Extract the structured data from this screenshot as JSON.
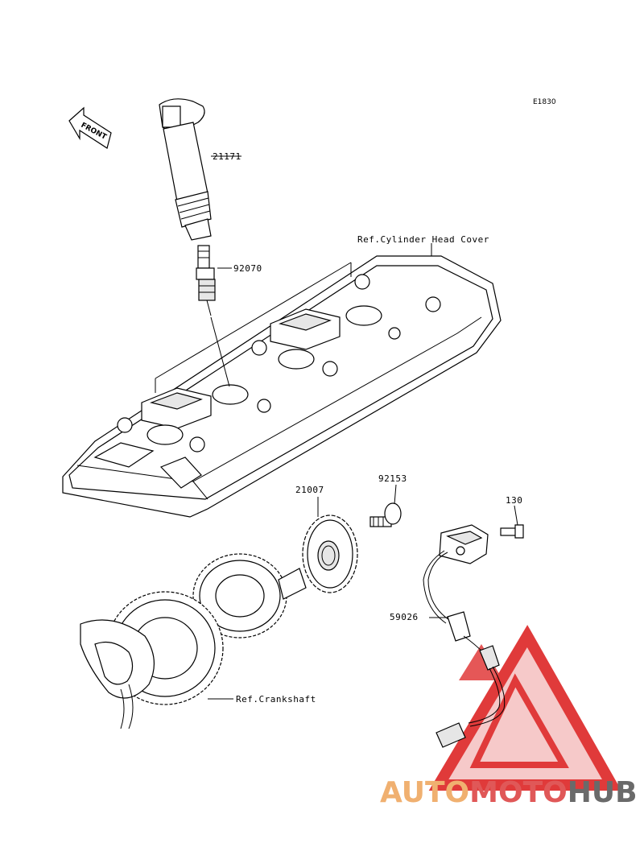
{
  "diagram_code": "E1830",
  "front_label": "FRONT",
  "parts": {
    "ignition_coil": "21171",
    "spark_plug": "92070",
    "pulser_rotor": "21007",
    "rotor_bolt": "92153",
    "sensor_bolt": "130",
    "crank_sensor": "59026"
  },
  "references": {
    "cylinder_head_cover": "Ref.Cylinder Head Cover",
    "crankshaft": "Ref.Crankshaft"
  },
  "watermark": {
    "part1": "AUTO",
    "part2": "MOTO",
    "part3": "HUB",
    "colors": {
      "auto": "#f0b070",
      "moto": "#e05858",
      "hub": "#6a6a6a",
      "triangle": "#e03a3a"
    }
  }
}
